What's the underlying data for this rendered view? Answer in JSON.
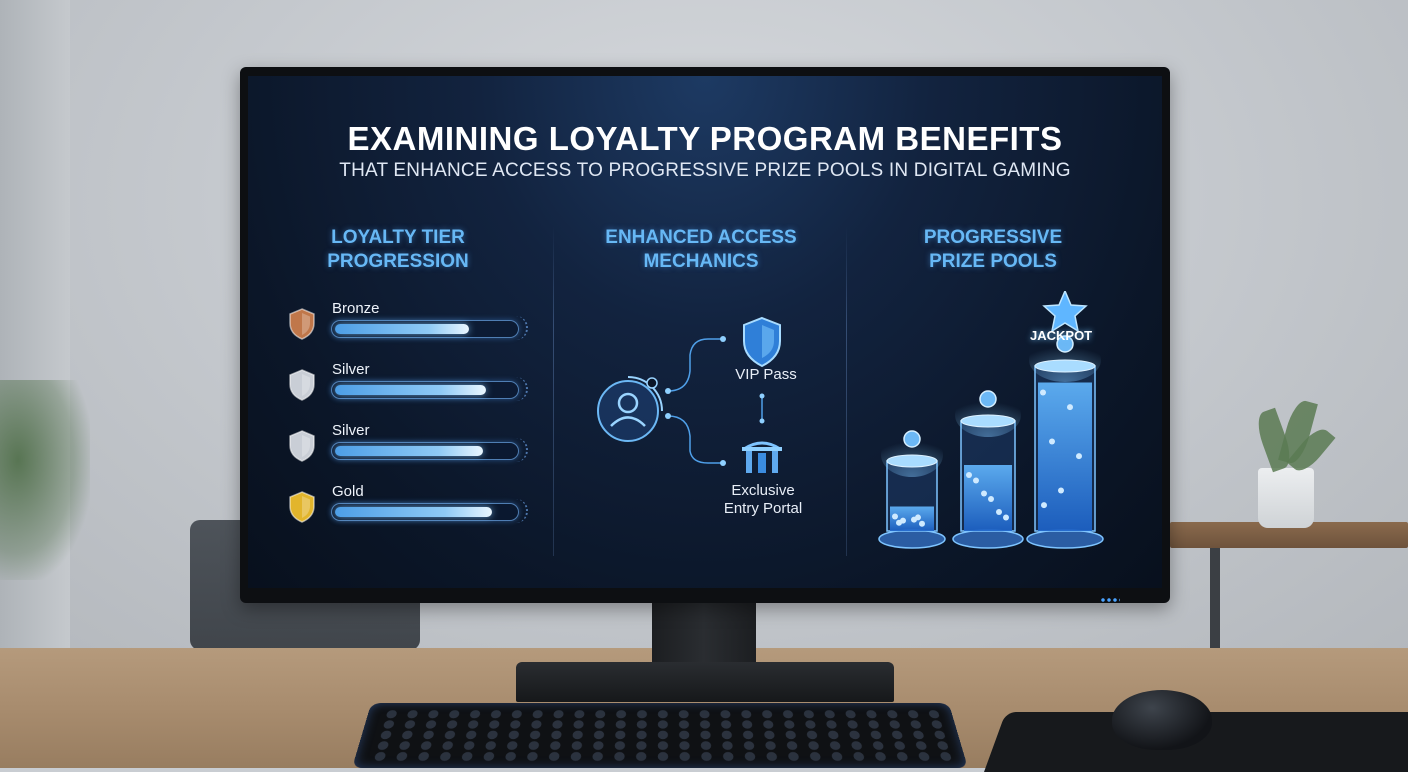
{
  "screen": {
    "title": "EXAMINING LOYALTY PROGRAM BENEFITS",
    "subtitle": "THAT ENHANCE ACCESS TO PROGRESSIVE PRIZE POOLS IN DIGITAL GAMING"
  },
  "columns": {
    "loyalty": {
      "heading_line1": "LOYALTY TIER",
      "heading_line2": "PROGRESSION",
      "tiers": [
        {
          "label": "Bronze",
          "progress": 0.75,
          "color": "#c0774a"
        },
        {
          "label": "Silver",
          "progress": 0.85,
          "color": "#c9ced6"
        },
        {
          "label": "Silver",
          "progress": 0.83,
          "color": "#c9ced6"
        },
        {
          "label": "Gold",
          "progress": 0.88,
          "color": "#e2b52c"
        }
      ]
    },
    "access": {
      "heading_line1": "ENHANCED ACCESS",
      "heading_line2": "MECHANICS",
      "vip_label": "VIP Pass",
      "portal_line1": "Exclusive",
      "portal_line2": "Entry Portal",
      "icons": [
        "user-profile-icon",
        "vip-shield-icon",
        "portal-gate-icon"
      ]
    },
    "pools": {
      "heading_line1": "PROGRESSIVE",
      "heading_line2": "PRIZE POOLS",
      "jackpot_label": "JACKPOT",
      "pool_levels": [
        0.35,
        0.6,
        0.9
      ]
    }
  },
  "colors": {
    "accent": "#67b8f5",
    "screen_bg": "#0b1628"
  }
}
